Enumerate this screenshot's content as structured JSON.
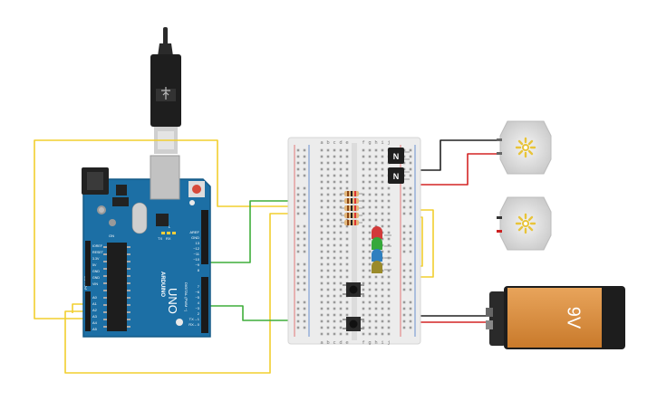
{
  "arduino": {
    "brand": "ARDUINO",
    "model": "UNO",
    "header_top": [
      "AREF",
      "GND",
      "13",
      "~12",
      "~11",
      "~10",
      "~9",
      "8"
    ],
    "header_bottom": [
      "7",
      "~6",
      "~5",
      "4",
      "~3",
      "2",
      "TX→1",
      "RX←0"
    ],
    "digital_label": "DIGITAL (PWM ~)",
    "power_pins": [
      "IOREF",
      "RESET",
      "3.3V",
      "5V",
      "GND",
      "GND",
      "VIN"
    ],
    "power_label": "POWER",
    "analog_pins": [
      "A0",
      "A1",
      "A2",
      "A3",
      "A4",
      "A5"
    ],
    "tx_label": "TX",
    "rx_label": "RX",
    "l_label": "L",
    "on_label": "ON"
  },
  "breadboard": {
    "col_letters_left": [
      "a",
      "b",
      "c",
      "d",
      "e"
    ],
    "col_letters_right": [
      "f",
      "g",
      "h",
      "i",
      "j"
    ]
  },
  "transistors": [
    {
      "label": "N"
    },
    {
      "label": "N"
    }
  ],
  "battery": {
    "label": "9V"
  }
}
